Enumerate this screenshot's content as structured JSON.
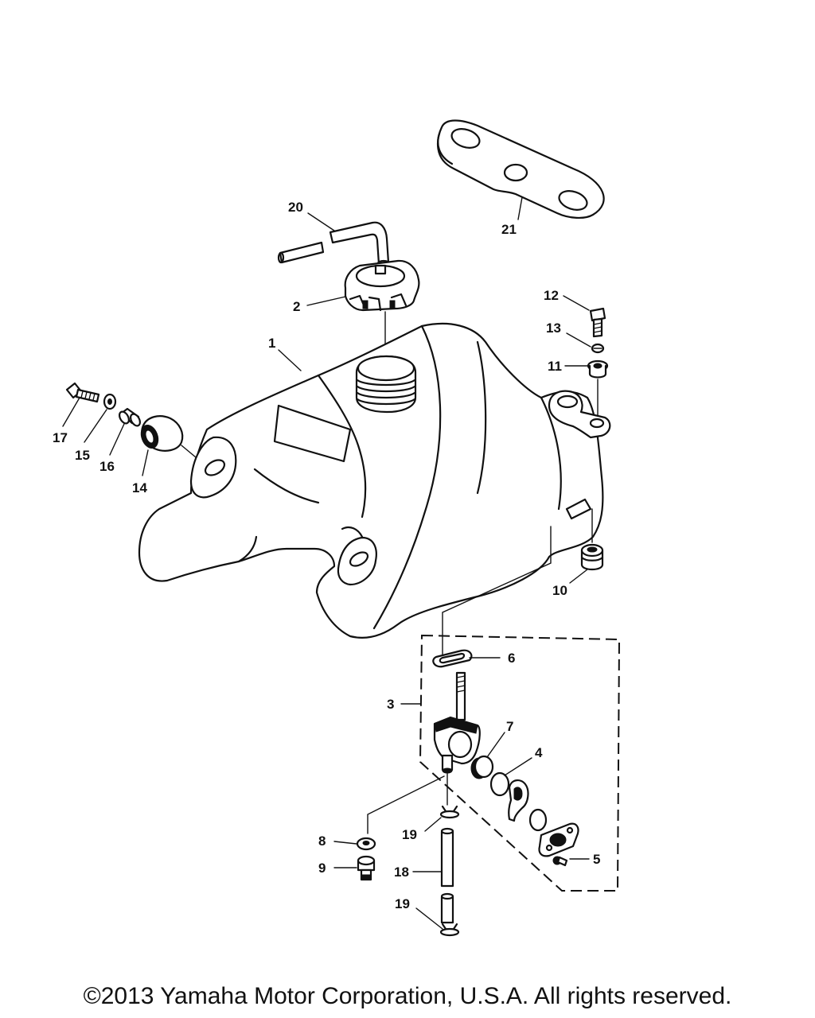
{
  "diagram": {
    "callouts": {
      "c1": "1",
      "c2": "2",
      "c3": "3",
      "c4": "4",
      "c5": "5",
      "c6": "6",
      "c7": "7",
      "c8": "8",
      "c9": "9",
      "c10": "10",
      "c11": "11",
      "c12": "12",
      "c13": "13",
      "c14": "14",
      "c15": "15",
      "c16": "16",
      "c17": "17",
      "c18": "18",
      "c19a": "19",
      "c19b": "19",
      "c20": "20",
      "c21": "21"
    }
  },
  "footer": {
    "copyright": "©2013 Yamaha Motor Corporation, U.S.A. All rights reserved."
  }
}
